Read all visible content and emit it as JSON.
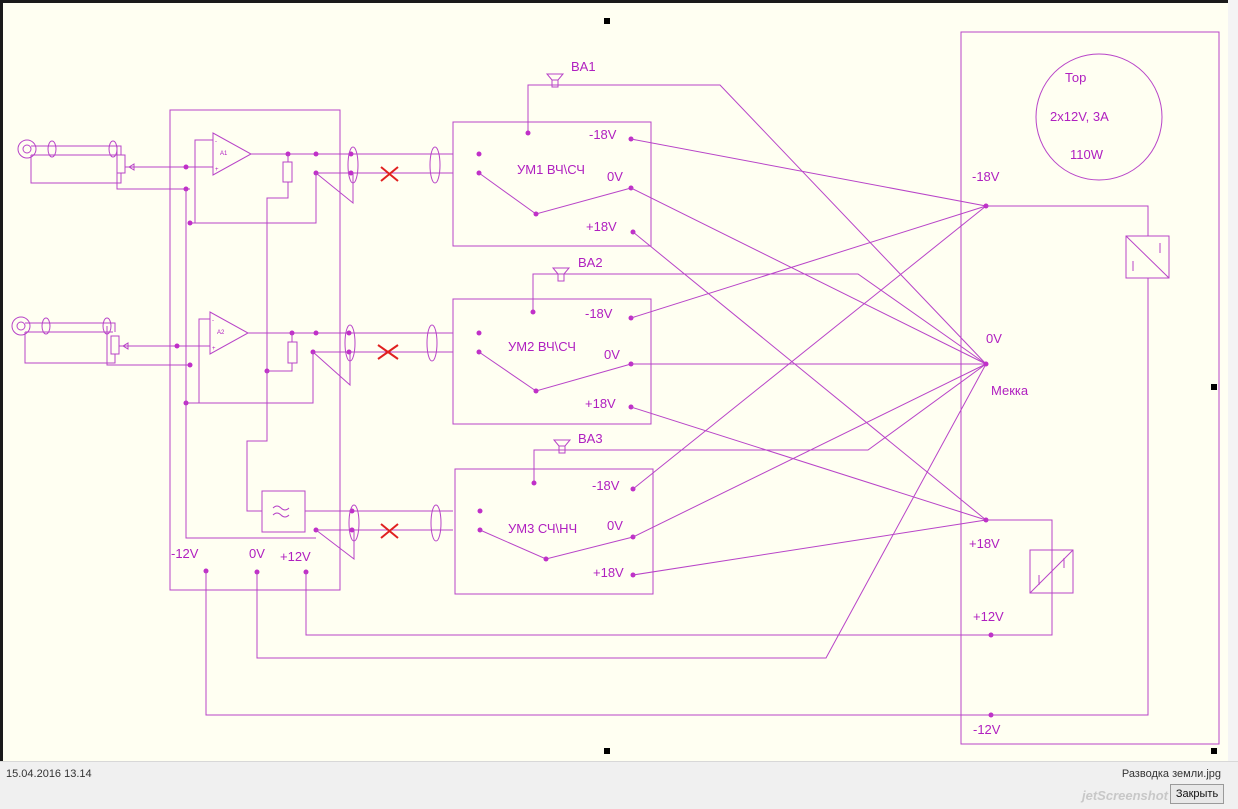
{
  "labels": {
    "ba1": "BA1",
    "ba2": "BA2",
    "ba3": "BA3",
    "a1": "A1",
    "a2": "A2",
    "amp1": "УМ1 ВЧ\\СЧ",
    "amp2": "УМ2 ВЧ\\СЧ",
    "amp3": "УМ3 СЧ\\НЧ",
    "m18": "-18V",
    "zero": "0V",
    "p18": "+18V",
    "m12": "-12V",
    "p12": "+12V",
    "tor_name": "Тор",
    "tor_spec": "2x12V, 3A",
    "tor_power": "110W",
    "mekka": "Мекка"
  },
  "status": {
    "date": "15.04.2016 13.14",
    "filename": "Разводка земли.jpg",
    "close_label": "Закрыть",
    "watermark": "jetScreenshot"
  },
  "colors": {
    "wire": "#b844c8",
    "dot": "#c030c8",
    "cross": "#e02020",
    "background": "#fffff2"
  }
}
